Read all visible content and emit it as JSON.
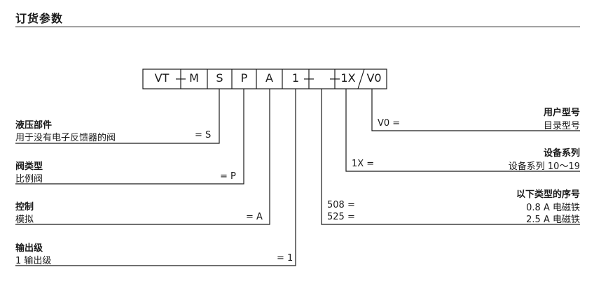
{
  "title": "订货参数",
  "code": {
    "cells": [
      "VT",
      "M",
      "S",
      "P",
      "A",
      "1",
      "1X",
      "V0"
    ]
  },
  "left": [
    {
      "heading": "液压部件",
      "desc": "用于没有电子反馈器的阀",
      "value": "= S"
    },
    {
      "heading": "阀类型",
      "desc": "比例阀",
      "value": "= P"
    },
    {
      "heading": "控制",
      "desc": "模拟",
      "value": "= A"
    },
    {
      "heading": "输出级",
      "desc": "1 输出级",
      "value": "= 1"
    }
  ],
  "right": {
    "user_model": {
      "heading": "用户型号",
      "key": "V0 =",
      "desc": "目录型号"
    },
    "series": {
      "heading": "设备系列",
      "key": "1X =",
      "desc": "设备系列 10～19"
    },
    "types": {
      "heading": "以下类型的序号",
      "rows": [
        {
          "key": "508 =",
          "desc": "0.8 A 电磁铁"
        },
        {
          "key": "525 =",
          "desc": "2.5 A 电磁铁"
        }
      ]
    }
  }
}
